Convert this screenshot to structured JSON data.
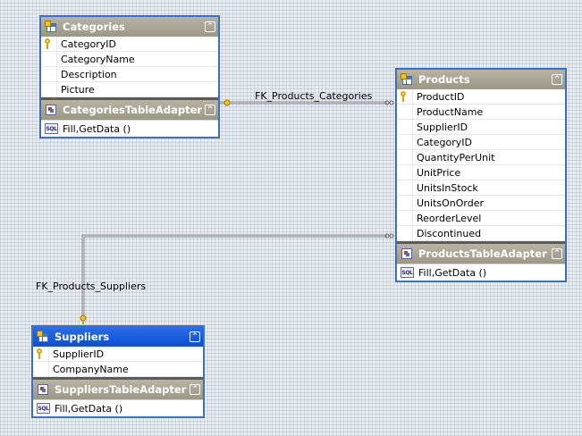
{
  "tables": {
    "categories": {
      "title": "Categories",
      "fields": [
        "CategoryID",
        "CategoryName",
        "Description",
        "Picture"
      ],
      "adapter": {
        "title": "CategoriesTableAdapter",
        "method": "Fill,GetData ()"
      }
    },
    "products": {
      "title": "Products",
      "fields": [
        "ProductID",
        "ProductName",
        "SupplierID",
        "CategoryID",
        "QuantityPerUnit",
        "UnitPrice",
        "UnitsInStock",
        "UnitsOnOrder",
        "ReorderLevel",
        "Discontinued"
      ],
      "adapter": {
        "title": "ProductsTableAdapter",
        "method": "Fill,GetData ()"
      }
    },
    "suppliers": {
      "title": "Suppliers",
      "fields": [
        "SupplierID",
        "CompanyName"
      ],
      "adapter": {
        "title": "SuppliersTableAdapter",
        "method": "Fill,GetData ()"
      }
    }
  },
  "relations": {
    "products_categories": "FK_Products_Categories",
    "products_suppliers": "FK_Products_Suppliers"
  },
  "icons": {
    "table": "table-icon",
    "adapter": "table-adapter-icon",
    "key": "primary-key-icon",
    "method": "sql-query-icon",
    "collapse": "collapse-chevron-icon"
  },
  "colors": {
    "selected_header": "#0a4fcf",
    "header": "#9b9786",
    "table_border": "#3a6fc4",
    "relation_line": "#8a8a8a"
  },
  "selected_table": "suppliers"
}
